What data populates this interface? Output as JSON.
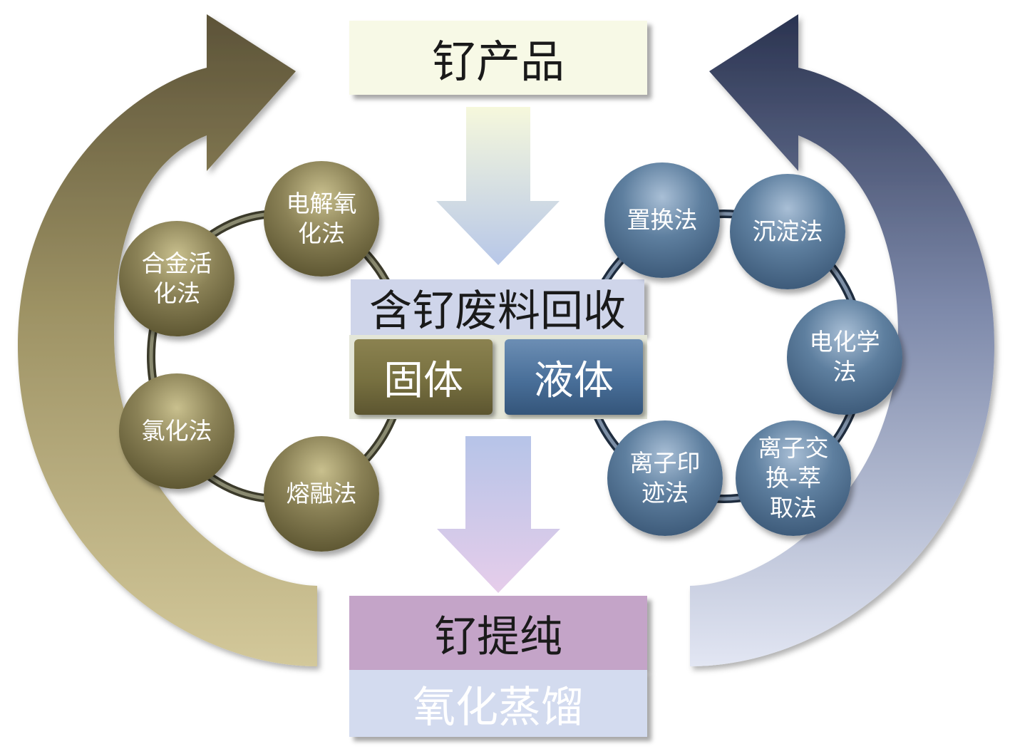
{
  "colors": {
    "left_arrow_top": "#5c5338",
    "left_arrow_bottom": "#cfc393",
    "right_arrow_top": "#2a3350",
    "right_arrow_bottom": "#dfe4f2",
    "solid": "#7a7345",
    "liquid": "#4a6f98",
    "purify": "#c4a4c8",
    "distill": "#d3dbef"
  },
  "product": "钌产品",
  "recycle": "含钌废料回收",
  "solid": {
    "label": "固体",
    "methods": [
      "电解氧\n化法",
      "合金活\n化法",
      "氯化法",
      "熔融法"
    ]
  },
  "liquid": {
    "label": "液体",
    "methods": [
      "置换法",
      "沉淀法",
      "电化学\n法",
      "离子交\n换-萃\n取法",
      "离子印\n迹法"
    ]
  },
  "purify": "钌提纯",
  "distill": "氧化蒸馏"
}
